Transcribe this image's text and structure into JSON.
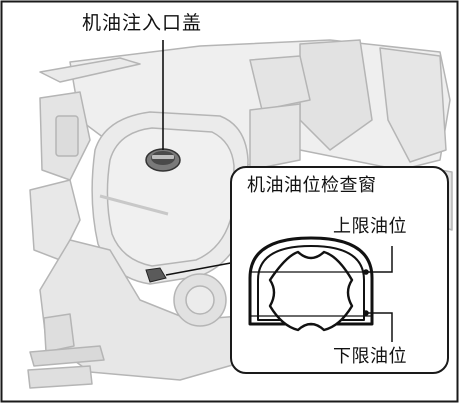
{
  "labels": {
    "oil_filler_cap": "机油注入口盖",
    "oil_level_window": "机油油位检查窗",
    "upper_level": "上限油位",
    "lower_level": "下限油位"
  },
  "colors": {
    "border": "#1a1a1a",
    "engine_fill": "#e9e9e9",
    "engine_line": "#b9b9b9",
    "ink": "#111111"
  }
}
